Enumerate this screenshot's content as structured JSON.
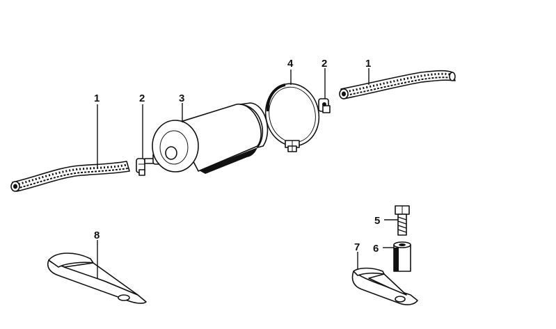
{
  "labels": {
    "hose_left": "1",
    "hose_right": "1",
    "clamp_left": "2",
    "clamp_right": "2",
    "filter": "3",
    "strap": "4",
    "bolt": "5",
    "spacer": "6",
    "bracket_small": "7",
    "bracket_large": "8"
  },
  "colors": {
    "ink": "#111111",
    "paper": "#ffffff"
  }
}
